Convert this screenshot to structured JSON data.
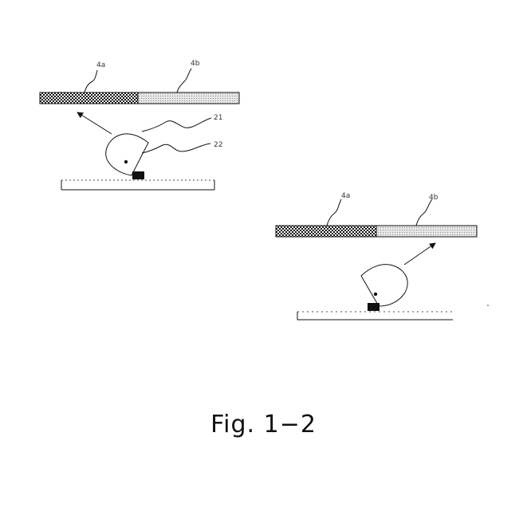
{
  "labels": {
    "left_4a": "4a",
    "left_4b": "4b",
    "ref_21": "21",
    "ref_22": "22",
    "right_4a": "4a",
    "right_4b": "4b"
  },
  "caption": "Fig. 1−2",
  "colors": {
    "ink": "#111111",
    "checker_dark": "#111111",
    "checker_light": "#ffffff",
    "stipple_bg": "#e6e6e6",
    "stipple_dot": "#8a8a8a"
  }
}
